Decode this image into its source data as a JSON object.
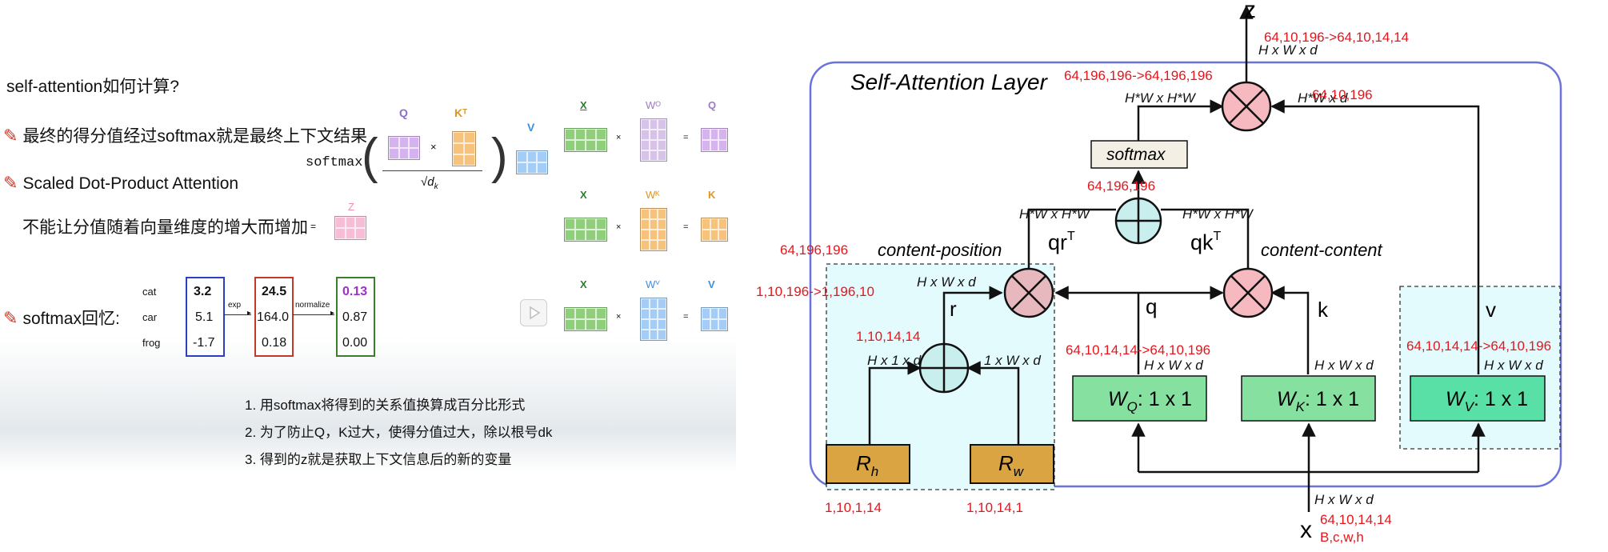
{
  "left": {
    "title": "self-attention如何计算?",
    "bullet1": "最终的得分值经过softmax就是最终上下文结果",
    "bullet2": "Scaled Dot-Product Attention",
    "bullet3": "不能让分值随着向量维度的增大而增加",
    "bullet4": "softmax回忆:",
    "formula": {
      "softmax": "softmax",
      "q": "Q",
      "kt": "Kᵀ",
      "times": "×",
      "sqrt": "√d",
      "sqrt_sub": "k",
      "v": "V",
      "equals": "=",
      "z": "Z"
    },
    "matrices": {
      "rows": [
        {
          "x": "X",
          "w": "Wᴼ",
          "out": "Q"
        },
        {
          "x": "X",
          "w": "Wᴷ",
          "out": "K"
        },
        {
          "x": "X",
          "w": "Wⱽ",
          "out": "V"
        }
      ],
      "times": "×",
      "equals": "="
    },
    "softmax_table": {
      "labels": [
        "cat",
        "car",
        "frog"
      ],
      "col1": [
        "3.2",
        "5.1",
        "-1.7"
      ],
      "col2": [
        "24.5",
        "164.0",
        "0.18"
      ],
      "col3": [
        "0.13",
        "0.87",
        "0.00"
      ],
      "arrow1": "exp",
      "arrow2": "normalize"
    },
    "notes": [
      "1.  用softmax将得到的关系值换算成百分比形式",
      "2.  为了防止Q，K过大，使得分值过大，除以根号dk",
      "3.  得到的z就是获取上下文信息后的新的变量"
    ]
  },
  "diagram": {
    "layer_title": "Self-Attention Layer",
    "z": "z",
    "x": "x",
    "softmax": "softmax",
    "content_position": "content-position",
    "content_content": "content-content",
    "qr": "qr",
    "qk": "qk",
    "sup_t": "T",
    "r": "r",
    "q": "q",
    "k": "k",
    "v": "v",
    "wq": "W",
    "wq_sub": "Q",
    "wq_rest": ": 1 x 1",
    "wk": "W",
    "wk_sub": "K",
    "wk_rest": ": 1 x 1",
    "wv": "W",
    "wv_sub": "V",
    "wv_rest": ": 1 x 1",
    "rh": "R",
    "rh_sub": "h",
    "rw": "R",
    "rw_sub": "w",
    "dims": {
      "top_out": "H x W x d",
      "hw_hw_left": "H*W x H*W",
      "hw_d_right": "H*W x d",
      "qr_dim": "H*W x H*W",
      "qk_dim": "H*W x H*W",
      "r_dim": "H x W x d",
      "h1d": "H x 1 x d",
      "w1d": "1 x W x d",
      "wq_out": "H x W x d",
      "wk_out": "H x W x d",
      "wv_out": "H x W x d",
      "x_in": "H x W x d"
    },
    "annotations": {
      "a1": "64,10,196->64,10,14,14",
      "a2": "64,196,196->64,196,196",
      "a3": "64,10,196",
      "a4": "64,196,196",
      "a5": "64,196,196",
      "a6": "1,10,196->1,196,10",
      "a7": "1,10,14,14",
      "a8": "64,10,14,14->64,10,196",
      "a9": "64,10,14,14->64,10,196",
      "a10": "1,10,1,14",
      "a11": "1,10,14,1",
      "a12": "64,10,14,14",
      "a13": "B,c,w,h"
    },
    "colors": {
      "frame": "#6b72d9",
      "annotation": "#e8141b",
      "green_box": "#86e0a0",
      "wv_box": "#58e0a6",
      "r_box": "#d9a441",
      "cyan_region": "#e4fbfd",
      "mult_circle": "#f5b9bf",
      "add_circle": "#c8eeee",
      "softmax_box": "#f3efe4"
    }
  }
}
